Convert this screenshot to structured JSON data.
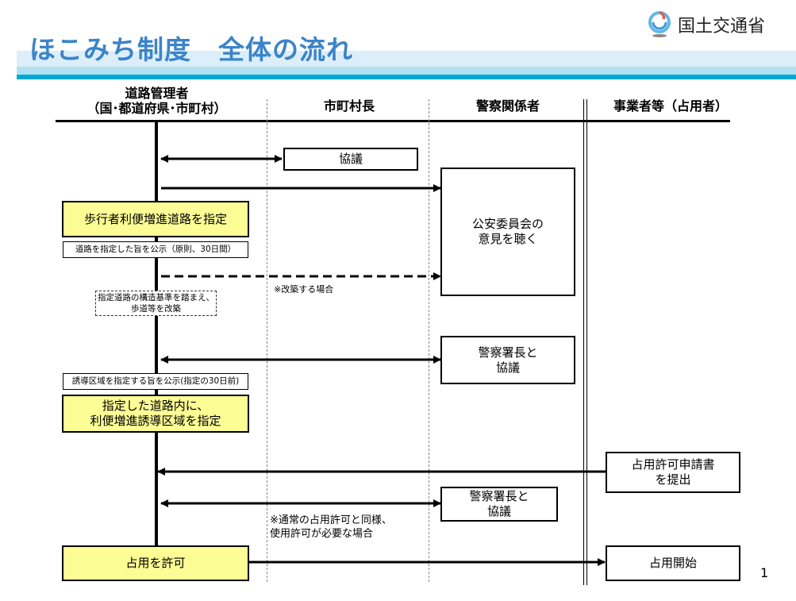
{
  "header": {
    "title": "ほこみち制度　全体の流れ",
    "ministry_name": "国土交通省",
    "accent_color": "#3b84c8",
    "band_color": "#00a8d6"
  },
  "lanes": [
    {
      "id": "road-admin",
      "label": "道路管理者\n（国･都道府県･市町村）"
    },
    {
      "id": "municipality",
      "label": "市町村長"
    },
    {
      "id": "police",
      "label": "警察関係者"
    },
    {
      "id": "operator",
      "label": "事業者等（占用者）"
    }
  ],
  "boxes": {
    "consult_municipality": "協議",
    "public_safety_commission": "公安委員会の\n意見を聴く",
    "designate_road": "歩行者利便増進道路を指定",
    "announce_road": "道路を指定した旨を公示（原則、30日間）",
    "remodel": "指定道路の構造基準を踏まえ、\n歩道等を改築",
    "police_consult_1": "警察署長と\n協議",
    "announce_zone": "誘導区域を指定する旨を公示(指定の30日前)",
    "designate_zone": "指定した道路内に、\n利便増進誘導区域を指定",
    "submit_application": "占用許可申請書\nを提出",
    "police_consult_2": "警察署長と\n協議",
    "grant_permit": "占用を許可",
    "start_occupancy": "占用開始"
  },
  "notes": {
    "remodel_case": "※改築する場合",
    "usage_permit_case": "※通常の占用許可と同様、\n使用許可が必要な場合"
  },
  "page_number": "1",
  "colors": {
    "highlight_box": "#fdfd96"
  }
}
